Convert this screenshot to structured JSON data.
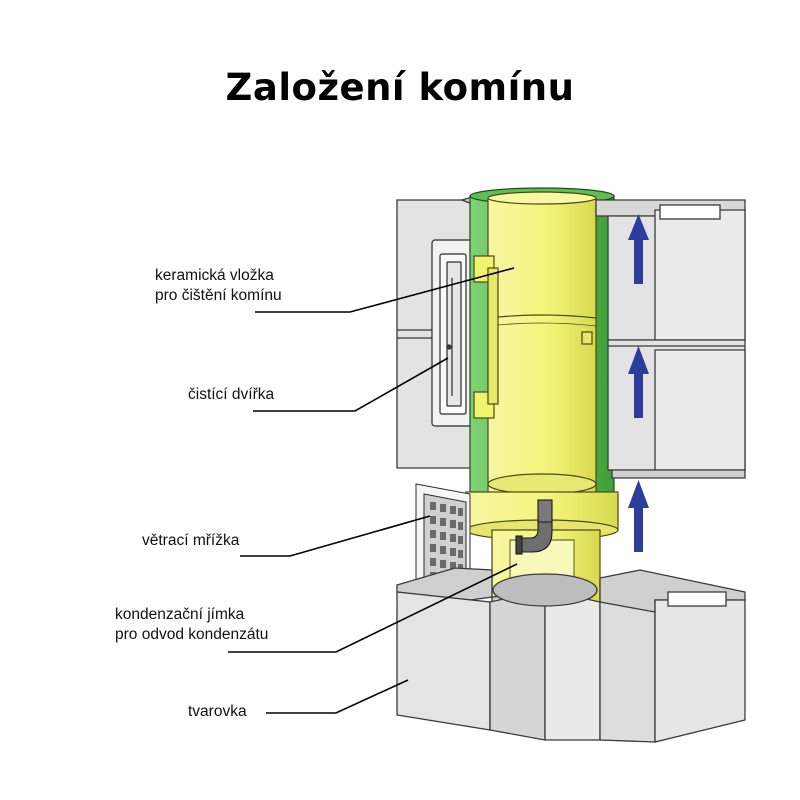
{
  "title": "Založení komínu",
  "labels": {
    "ceramic_liner_line1": "keramická vložka",
    "ceramic_liner_line2": "pro čištění komínu",
    "cleaning_door": "čistící dvířka",
    "vent_grille": "větrací mřížka",
    "condensate_line1": "kondenzační jímka",
    "condensate_line2": "pro odvod kondenzátu",
    "block": "tvarovka"
  },
  "colors": {
    "block_gray": "#e2e2e2",
    "block_edge": "#3a3a3a",
    "insulation_green": "#5fc256",
    "liner_yellow": "#f3f37a",
    "arrow_blue": "#2c3d9c"
  }
}
